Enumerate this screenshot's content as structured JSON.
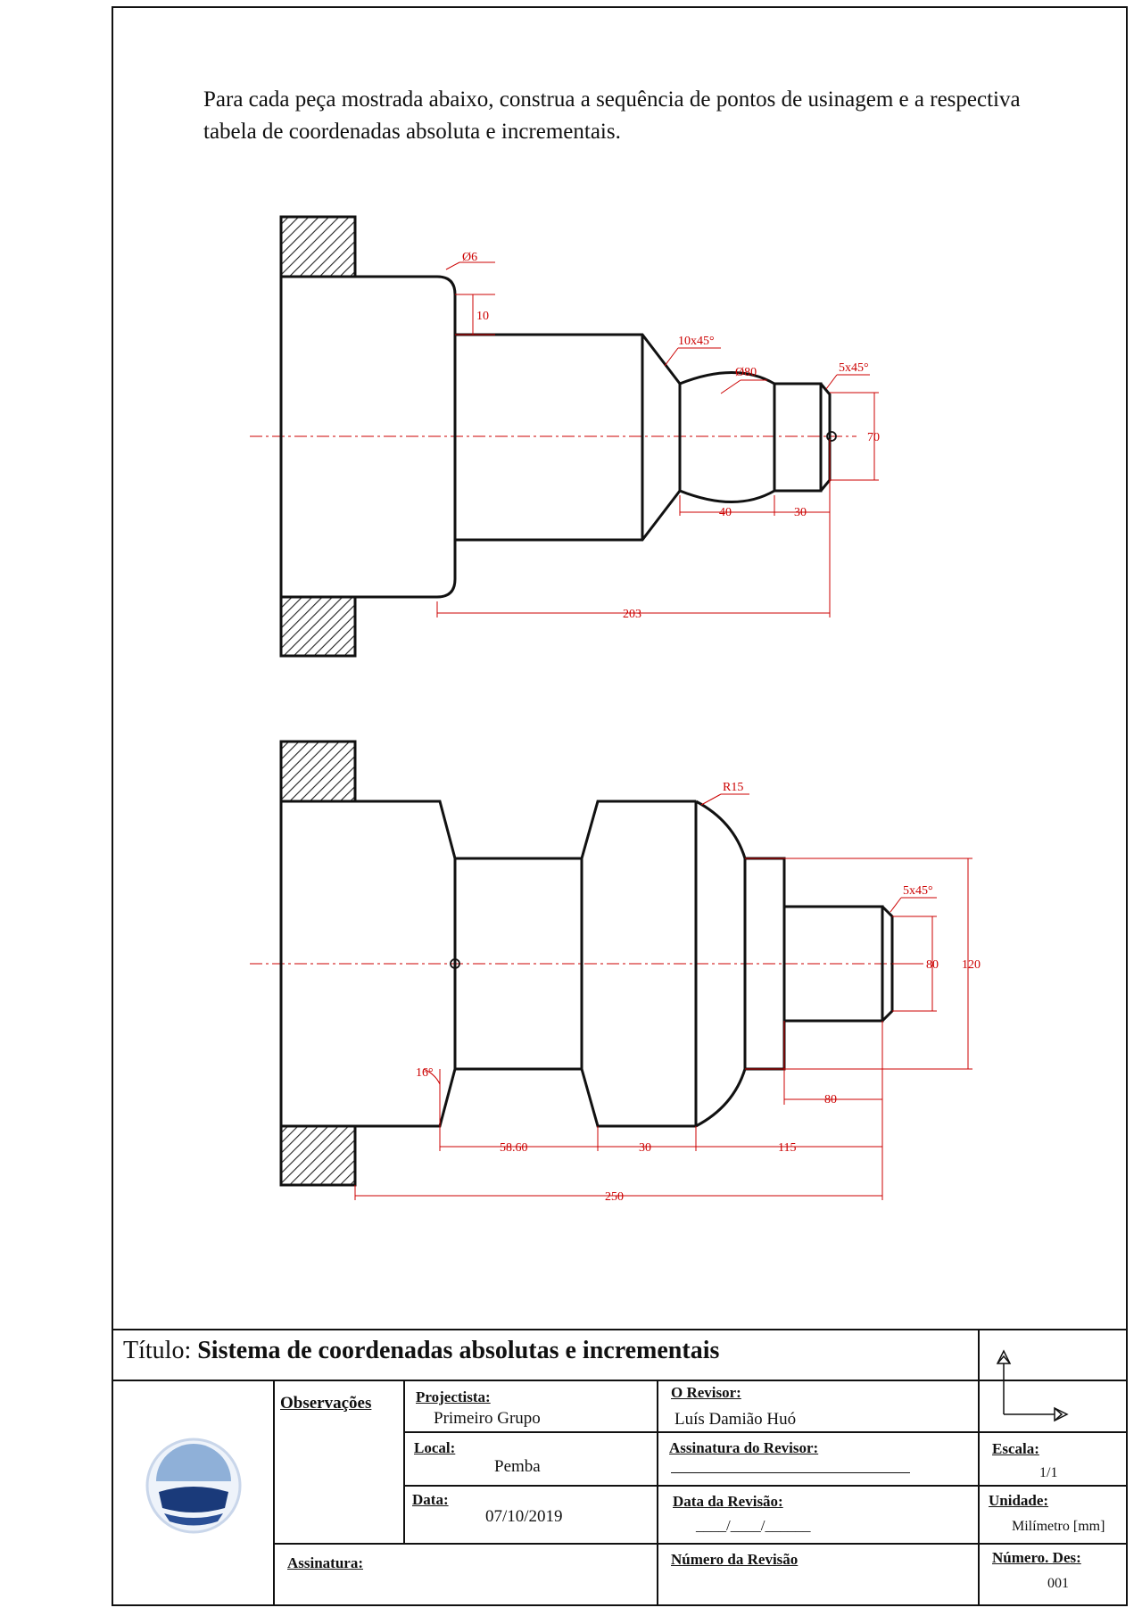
{
  "instruction": "Para cada peça mostrada abaixo, construa a sequência de pontos de usinagem e a respectiva tabela de coordenadas absoluta e incrementais.",
  "part1": {
    "dims": {
      "fillet": "Ø6",
      "d10": "10",
      "chamfer1": "10x45°",
      "arc": "Ø80",
      "chamfer2": "5x45°",
      "d70": "70",
      "d40": "40",
      "d30": "30",
      "d203": "203"
    }
  },
  "part2": {
    "dims": {
      "radius": "R15",
      "chamfer": "5x45°",
      "d80v": "80",
      "d120": "120",
      "angle": "16°",
      "d80h": "80",
      "d58": "58.60",
      "d30": "30",
      "d115": "115",
      "d250": "250"
    }
  },
  "title_block": {
    "title_label": "Título:",
    "title": "Sistema de coordenadas absolutas e incrementais",
    "observacoes_label": "Observações",
    "projectista_label": "Projectista:",
    "projectista": "Primeiro Grupo",
    "revisor_label": "O Revisor:",
    "revisor": "Luís Damião Huó",
    "local_label": "Local:",
    "local": "Pemba",
    "assinatura_revisor_label": "Assinatura do Revisor:",
    "data_label": "Data:",
    "data": "07/10/2019",
    "data_revisao_label": "Data da Revisão:",
    "data_revisao": "____/____/______",
    "assinatura_label": "Assinatura:",
    "numero_revisao_label": "Número da Revisão",
    "escala_label": "Escala:",
    "escala": "1/1",
    "unidade_label": "Unidade:",
    "unidade": "Milímetro [mm]",
    "numero_des_label": "Número. Des:",
    "numero_des": "001"
  },
  "colors": {
    "dimension": "#cc0000",
    "outline": "#111111",
    "logo_blue": "#8fb0d8",
    "logo_navy": "#1a3a7a"
  }
}
